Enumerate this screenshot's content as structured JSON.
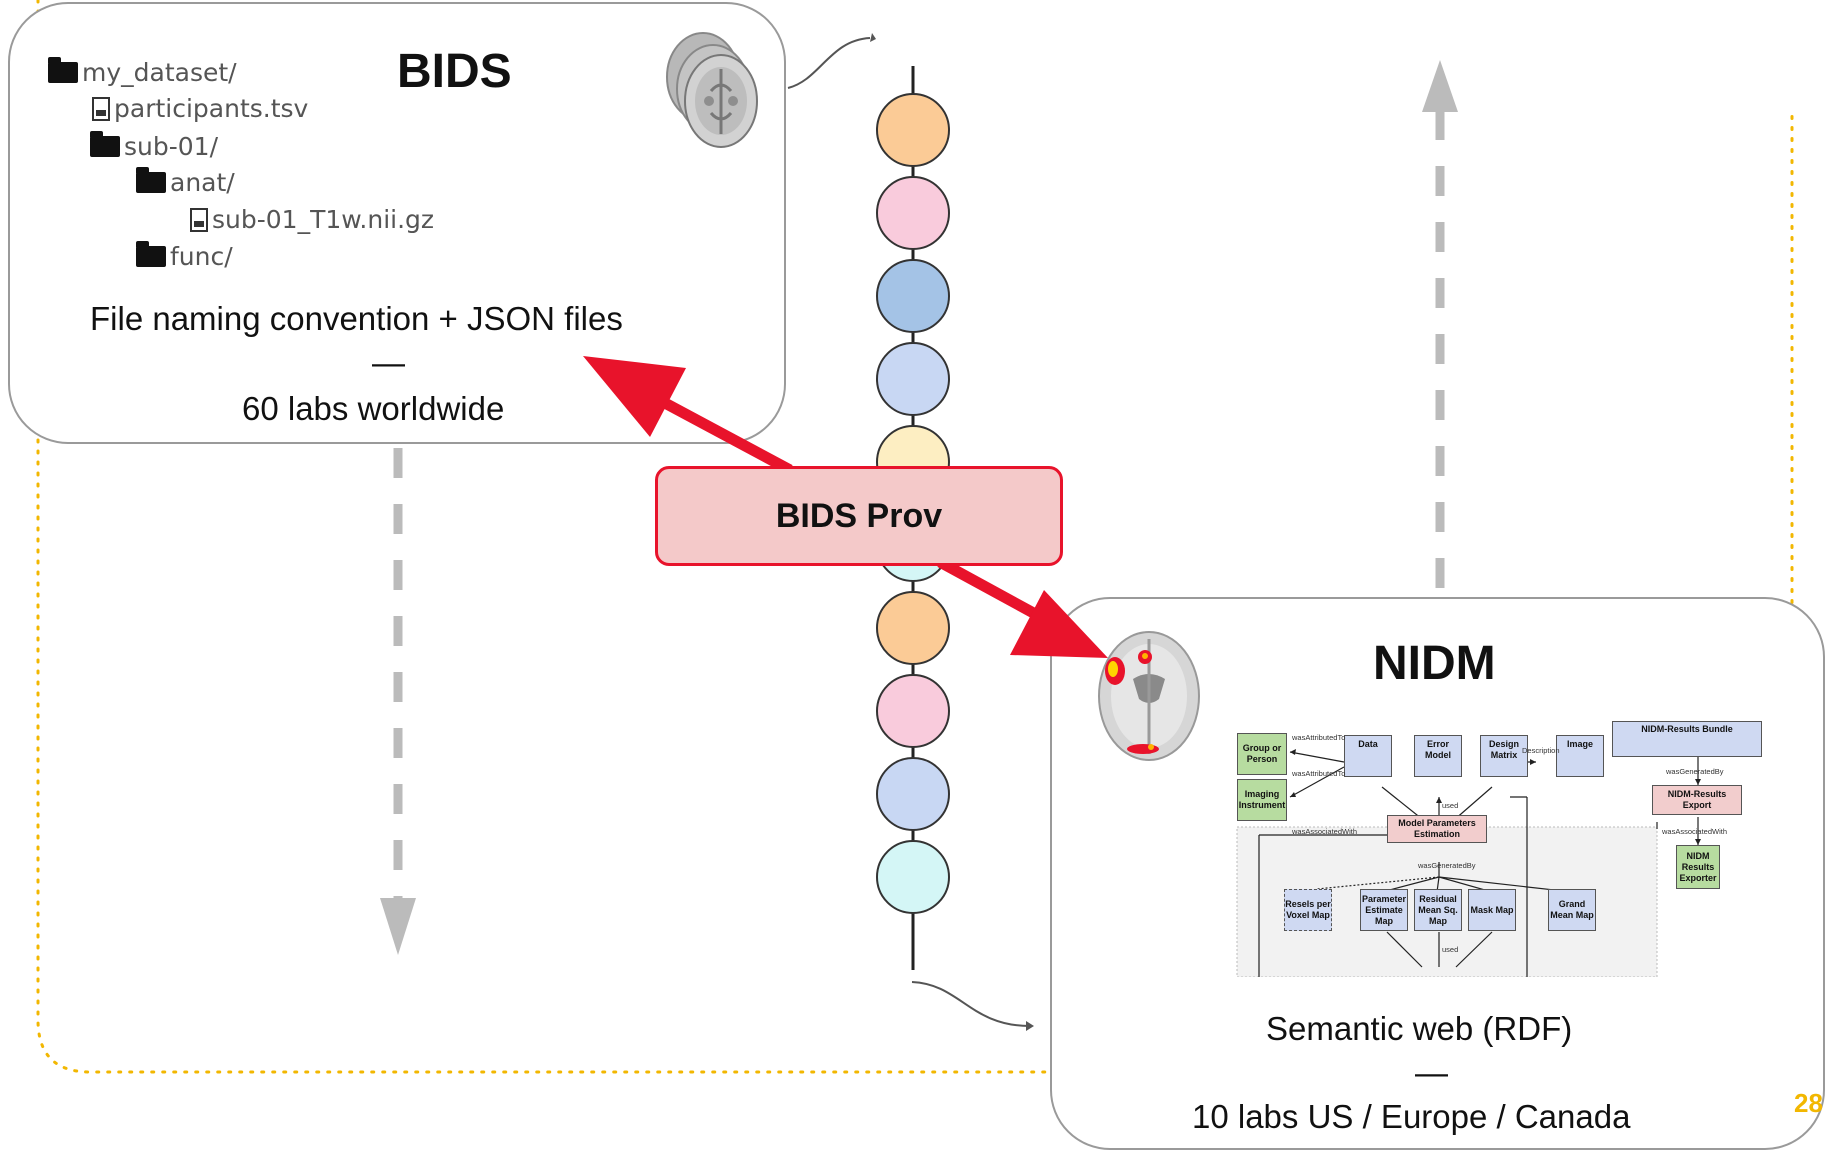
{
  "bids": {
    "title": "BIDS",
    "tree": {
      "root": "my_dataset/",
      "participants": "participants.tsv",
      "subject": "sub-01/",
      "anat": "anat/",
      "t1w": "sub-01_T1w.nii.gz",
      "func": "func/"
    },
    "caption_line1": "File naming convention + JSON files",
    "caption_dash": "—",
    "caption_line2": "60 labs worldwide"
  },
  "bids_prov": {
    "label": "BIDS Prov"
  },
  "nidm": {
    "title": "NIDM",
    "caption_line1": "Semantic web (RDF)",
    "caption_dash": "—",
    "caption_line2": "10 labs US / Europe / Canada",
    "diagram": {
      "nodes": {
        "group": "Group or Person",
        "imaging": "Imaging Instrument",
        "data": "Data",
        "error": "Error Model",
        "design": "Design Matrix",
        "image": "Image",
        "bundle": "NIDM-Results Bundle",
        "export": "NIDM-Results Export",
        "exporter": "NIDM Results Exporter",
        "estimation": "Model Parameters Estimation",
        "resels": "Resels per Voxel Map",
        "param": "Parameter Estimate Map",
        "residual": "Residual Mean Sq. Map",
        "mask": "Mask Map",
        "grand": "Grand Mean Map"
      },
      "edges": {
        "attributed1": "wasAttributedTo",
        "attributed2": "wasAttributedTo",
        "description": "Description",
        "used1": "used",
        "used2": "used",
        "associated": "wasAssociatedWith",
        "generated": "wasGeneratedBy",
        "bundle_generated": "wasGeneratedBy",
        "export_associated": "wasAssociatedWith"
      }
    }
  },
  "colors": {
    "accent_red": "#e8132b",
    "prov_fill": "#f4c9c9",
    "dotted_border": "#f2b701",
    "arrow_gray": "#bbbbbb"
  },
  "timeline_colors": [
    "#fbcb96",
    "#f9cbdc",
    "#a4c3e6",
    "#c8d7f3",
    "#fdeec2",
    "#d4f6f6",
    "#fbcb96",
    "#f9cbdc",
    "#c8d7f3",
    "#d4f6f6"
  ],
  "page_number": "28"
}
